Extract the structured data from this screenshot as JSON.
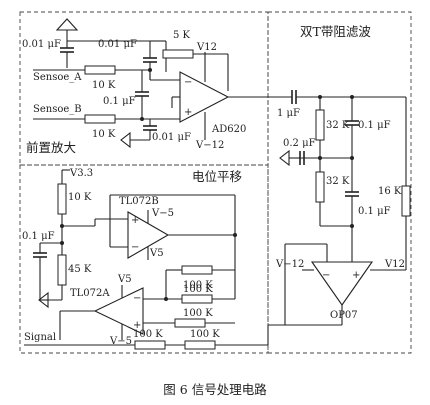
{
  "figure": {
    "caption": "图 6  信号处理电路"
  },
  "sections": {
    "preamp": "前置放大",
    "level_shift": "电位平移",
    "notch_filter": "双T带阻滤波"
  },
  "labels": {
    "c_001uf_a": "0.01 μF",
    "c_001uf_b": "0.01 μF",
    "r_5k": "5 K",
    "v12_top": "V12",
    "sensoe_a": "Sensoe_A",
    "r_10k_a": "10 K",
    "c_01uf_pre": "0.1 μF",
    "sensoe_b": "Sensoe_B",
    "r_10k_b": "10 K",
    "c_001uf_c": "0.01 μF",
    "ad620": "AD620",
    "vm12_pre": "V−12",
    "c_1uf": "1 μF",
    "r_32k_top": "32 K",
    "c_01uf_top": "0.1 μF",
    "c_02uf": "0.2 μF",
    "r_32k_bot": "32 K",
    "c_01uf_bot": "0.1 μF",
    "r_16k": "16 K",
    "v33": "V3.3",
    "r_10k_div": "10 K",
    "tl072b": "TL072B",
    "vm5_b": "V−5",
    "c_01uf_ls": "0.1 μF",
    "v5_b": "V5",
    "r_45k": "45 K",
    "v5_a": "V5",
    "r_100k_fb1": "100 K",
    "tl072a": "TL072A",
    "r_100k_fb2": "100 K",
    "r_100k_mid": "100 K",
    "signal": "Signal",
    "vm5_a": "V−5",
    "r_100k_b1": "100 K",
    "r_100k_b2": "100 K",
    "vm12_op": "V−12",
    "v12_op": "V12",
    "op07": "OP07",
    "minus": "−",
    "plus": "+"
  }
}
